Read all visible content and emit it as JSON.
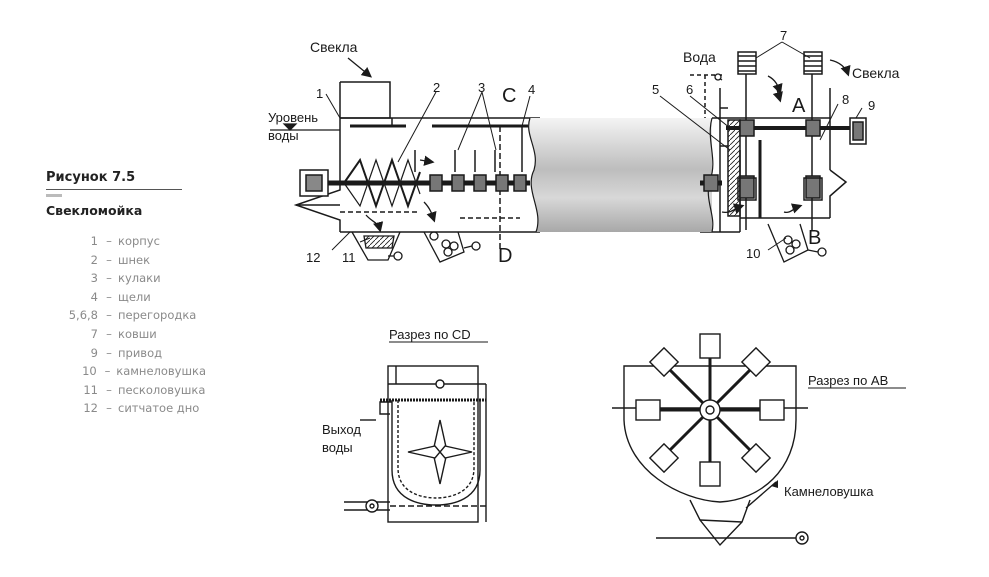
{
  "figure": {
    "title": "Рисунок 7.5",
    "subtitle": "Свекломойка"
  },
  "legend": [
    {
      "num": "1",
      "text": "корпус"
    },
    {
      "num": "2",
      "text": "шнек"
    },
    {
      "num": "3",
      "text": "кулаки"
    },
    {
      "num": "4",
      "text": "щели"
    },
    {
      "num": "5,6,8",
      "text": "перегородка"
    },
    {
      "num": "7",
      "text": "ковши"
    },
    {
      "num": "9",
      "text": "привод"
    },
    {
      "num": "10",
      "text": "камнеловушка"
    },
    {
      "num": "11",
      "text": "песколовушка"
    },
    {
      "num": "12",
      "text": "ситчатое дно"
    }
  ],
  "legend_separator": "–",
  "labels": {
    "beet_in": "Свекла",
    "water_level_1": "Уровень",
    "water_level_2": "воды",
    "water_in": "Вода",
    "beet_out": "Свекла",
    "point_a": "A",
    "point_b": "B",
    "point_c": "C",
    "point_d": "D",
    "section_cd": "Разрез по CD",
    "section_ab": "Разрез по AB",
    "water_out_1": "Выход",
    "water_out_2": "воды",
    "stone_trap": "Камнеловушка"
  },
  "callouts": [
    "1",
    "2",
    "3",
    "4",
    "5",
    "6",
    "7",
    "8",
    "9",
    "10",
    "11",
    "12"
  ]
}
